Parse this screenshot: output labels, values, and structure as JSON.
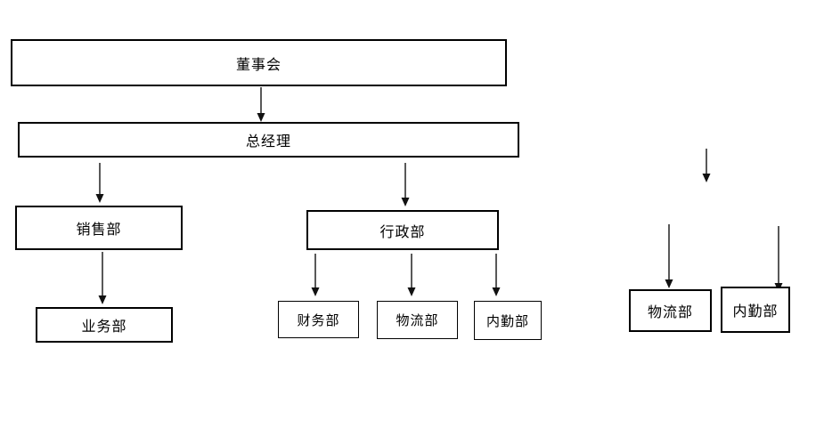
{
  "diagram": {
    "title": "organization-chart",
    "nodes": [
      {
        "id": "board",
        "label": "董事会"
      },
      {
        "id": "general-manager",
        "label": "总经理"
      },
      {
        "id": "sales-dept",
        "label": "销售部"
      },
      {
        "id": "admin-dept",
        "label": "行政部"
      },
      {
        "id": "business-dept",
        "label": "业务部"
      },
      {
        "id": "finance-dept",
        "label": "财务部"
      },
      {
        "id": "logistics-dept",
        "label": "物流部"
      },
      {
        "id": "office-dept",
        "label": "内勤部"
      },
      {
        "id": "logistics-dept-right",
        "label": "物流部"
      },
      {
        "id": "office-dept-right",
        "label": "内勤部"
      }
    ],
    "edges": [
      {
        "from": "board",
        "to": "general-manager"
      },
      {
        "from": "general-manager",
        "to": "sales-dept"
      },
      {
        "from": "general-manager",
        "to": "admin-dept"
      },
      {
        "from": "sales-dept",
        "to": "business-dept"
      },
      {
        "from": "admin-dept",
        "to": "finance-dept"
      },
      {
        "from": "admin-dept",
        "to": "logistics-dept"
      },
      {
        "from": "admin-dept",
        "to": "office-dept"
      },
      {
        "from": "",
        "to": "",
        "note": "floating short arrow, no endpoints"
      },
      {
        "from": "",
        "to": "logistics-dept-right",
        "note": "arrow with no source"
      },
      {
        "from": "",
        "to": "office-dept-right",
        "note": "arrow with no source, tip overlaps box border"
      }
    ],
    "colors": {
      "background": "#ffffff",
      "box_border": "#000000",
      "text": "#000000",
      "arrow_stem": "#595959",
      "arrow_head": "#111111"
    }
  }
}
